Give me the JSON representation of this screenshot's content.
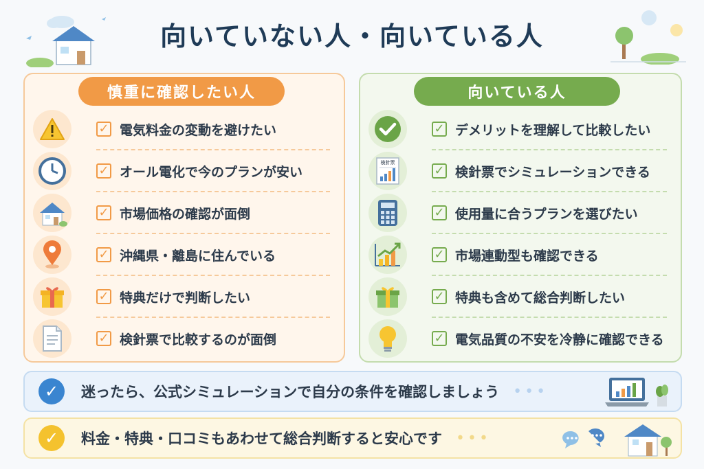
{
  "title": "向いていない人・向いている人",
  "left": {
    "heading": "慎重に確認したい人",
    "items": [
      {
        "icon": "warning-icon",
        "label": "電気料金の変動を避けたい"
      },
      {
        "icon": "clock-icon",
        "label": "オール電化で今のプランが安い"
      },
      {
        "icon": "house-icon",
        "label": "市場価格の確認が面倒"
      },
      {
        "icon": "location-pin-icon",
        "label": "沖縄県・離島に住んでいる"
      },
      {
        "icon": "gift-icon",
        "label": "特典だけで判断したい"
      },
      {
        "icon": "document-icon",
        "label": "検針票で比較するのが面倒"
      }
    ]
  },
  "right": {
    "heading": "向いている人",
    "items": [
      {
        "icon": "check-circle-icon",
        "label": "デメリットを理解して比較したい"
      },
      {
        "icon": "meter-slip-icon",
        "label": "検針票でシミュレーションできる",
        "icon_text": "検針票"
      },
      {
        "icon": "calculator-icon",
        "label": "使用量に合うプランを選びたい"
      },
      {
        "icon": "growth-chart-icon",
        "label": "市場連動型も確認できる"
      },
      {
        "icon": "gift-icon",
        "label": "特典も含めて総合判断したい"
      },
      {
        "icon": "lightbulb-icon",
        "label": "電気品質の不安を冷静に確認できる"
      }
    ]
  },
  "banners": {
    "simulation": "迷ったら、公式シミュレーションで自分の条件を確認しましょう",
    "judgement": "料金・特典・口コミもあわせて総合判断すると安心です"
  },
  "colors": {
    "left_accent": "#f19a46",
    "right_accent": "#76ab4e",
    "title": "#1f3b57",
    "blue_banner": "#3a85d0",
    "yellow_banner": "#f4c22e"
  }
}
